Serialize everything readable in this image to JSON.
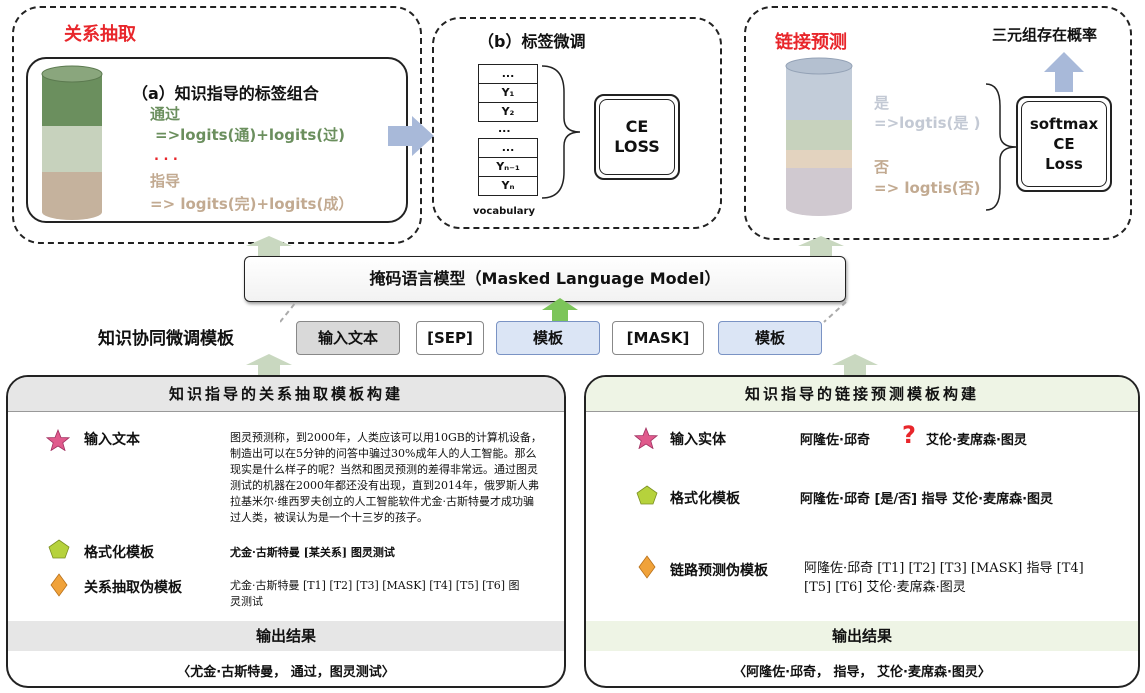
{
  "top_left": {
    "title": "关系抽取",
    "a_title": "（a）知识指导的标签组合",
    "label1": "通过",
    "formula1": "=>logits(通)+logits(过)",
    "dots": ". . .",
    "label2": "指导",
    "formula2": "=> logits(完)+logits(成）"
  },
  "top_middle": {
    "title": "（b）标签微调",
    "vocab_cells": [
      "...",
      "Y₁",
      "Y₂",
      "...",
      "...",
      "Yₙ₋₁",
      "Yₙ"
    ],
    "vocab_label": "vocabulary",
    "ce_loss": "CE\nLOSS"
  },
  "top_right": {
    "title": "链接预测",
    "triple_prob": "三元组存在概率",
    "yes_label": "是",
    "yes_formula": "=>logtis(是 )",
    "no_label": "否",
    "no_formula": "=> logtis(否)",
    "softmax": "softmax\nCE\nLoss"
  },
  "mlm": {
    "label": "掩码语言模型（Masked Language Model）"
  },
  "template_row": {
    "title": "知识协同微调模板",
    "tokens": [
      "输入文本",
      "[SEP]",
      "模板",
      "[MASK]",
      "模板"
    ]
  },
  "left_panel": {
    "header": "知识指导的关系抽取模板构建",
    "input_label": "输入文本",
    "input_text": "图灵预测称，到2000年，人类应该可以用10GB的计算机设备，制造出可以在5分钟的问答中骗过30%成年人的人工智能。那么现实是什么样子的呢？当然和图灵预测的差得非常远。通过图灵测试的机器在2000年都还没有出现，直到2014年，俄罗斯人弗拉基米尔·维西罗夫创立的人工智能软件尤金·古斯特曼才成功骗过人类，被误认为是一个十三岁的孩子。",
    "format_label": "格式化模板",
    "format_text": "尤金·古斯特曼 [某关系] 图灵测试",
    "pseudo_label": "关系抽取伪模板",
    "pseudo_text": "尤金·古斯特曼 [T1] [T2] [T3] [MASK] [T4] [T5] [T6] 图灵测试",
    "output_header": "输出结果",
    "output": "〈尤金·古斯特曼， 通过，图灵测试〉"
  },
  "right_panel": {
    "header": "知识指导的链接预测模板构建",
    "entity_label": "输入实体",
    "entity_head": "阿隆佐·邱奇",
    "entity_tail": "艾伦·麦席森·图灵",
    "format_label": "格式化模板",
    "format_text": "阿隆佐·邱奇 [是/否] 指导 艾伦·麦席森·图灵",
    "pseudo_label": "链路预测伪模板",
    "pseudo_text": "阿隆佐·邱奇 [T1] [T2] [T3] [MASK] 指导 [T4] [T5] [T6] 艾伦·麦席森·图灵",
    "output_header": "输出结果",
    "output": "〈阿隆佐·邱奇， 指导， 艾伦·麦席森·图灵〉"
  },
  "colors": {
    "red": "#e8262b",
    "green": "#6b8f5e",
    "tan": "#c2aa91",
    "grey": "#c3c9d4",
    "blue_fill": "#dbe5f5",
    "green_fill": "#eef4e5"
  }
}
